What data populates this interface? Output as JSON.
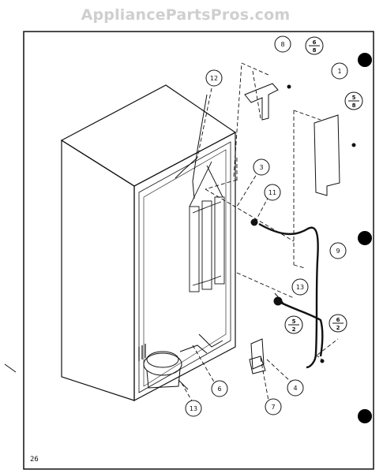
{
  "watermark": "AppliancePartsPros.com",
  "page_number": "26",
  "callouts": {
    "c1": "1",
    "c3": "3",
    "c4": "4",
    "c6": "6",
    "c7": "7",
    "c8": "8",
    "c9": "9",
    "c11": "11",
    "c12": "12",
    "c13a": "13",
    "c13b": "13"
  },
  "fractions": {
    "f1": {
      "top": "6",
      "bottom": "8"
    },
    "f2": {
      "top": "5",
      "bottom": "8"
    },
    "f3": {
      "top": "5",
      "bottom": "2"
    },
    "f4": {
      "top": "6",
      "bottom": "2"
    }
  }
}
